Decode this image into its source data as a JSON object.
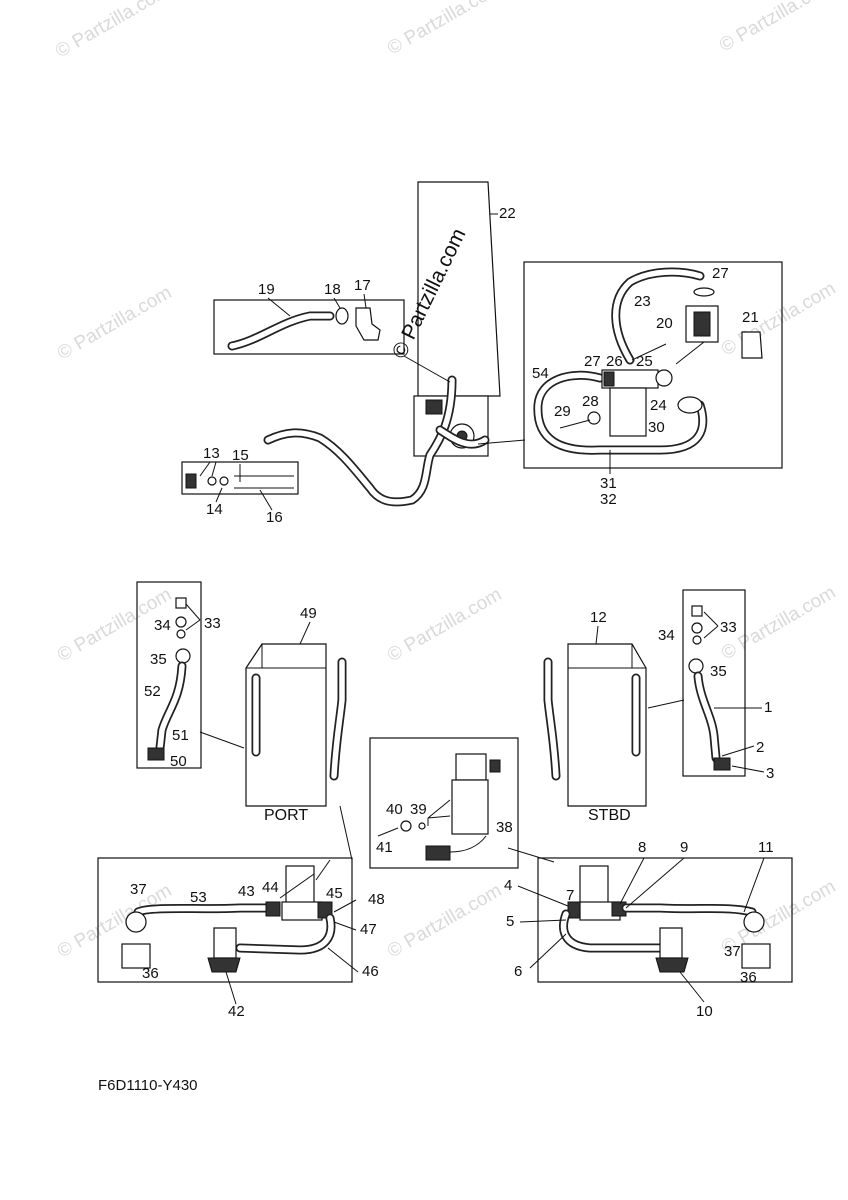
{
  "diagram": {
    "code": "F6D1110-Y430",
    "watermark": "Partzilla.com",
    "watermark_main": "© Partzilla.com",
    "sections": {
      "port": "PORT",
      "stbd": "STBD"
    },
    "callouts": [
      "1",
      "2",
      "3",
      "4",
      "5",
      "6",
      "7",
      "8",
      "9",
      "10",
      "11",
      "12",
      "13",
      "14",
      "15",
      "16",
      "17",
      "18",
      "19",
      "20",
      "21",
      "22",
      "23",
      "24",
      "25",
      "26",
      "27",
      "28",
      "29",
      "30",
      "31",
      "32",
      "33",
      "34",
      "35",
      "36",
      "37",
      "38",
      "39",
      "40",
      "41",
      "42",
      "43",
      "44",
      "45",
      "46",
      "47",
      "48",
      "49",
      "50",
      "51",
      "52",
      "53",
      "54"
    ]
  }
}
